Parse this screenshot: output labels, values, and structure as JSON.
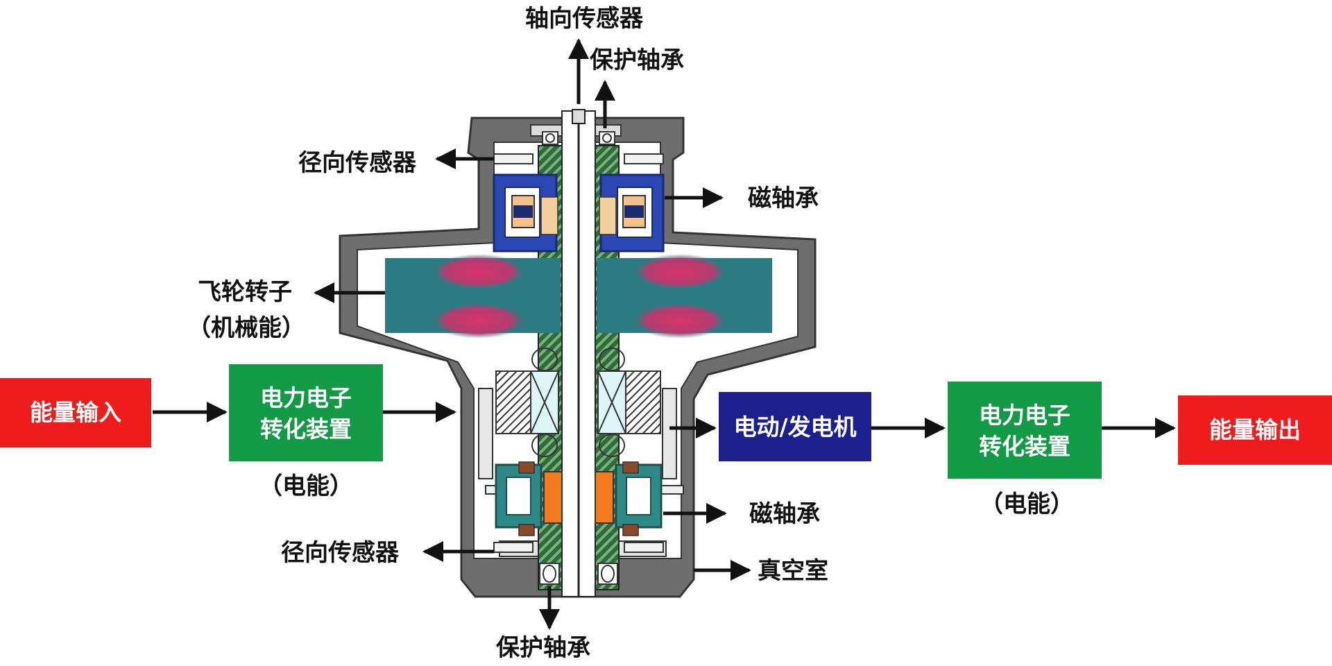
{
  "labels": {
    "axial_sensor": "轴向传感器",
    "protective_bearing_top": "保护轴承",
    "radial_sensor_top": "径向传感器",
    "magnetic_bearing_top": "磁轴承",
    "flywheel_rotor": "飞轮转子",
    "mechanical_energy": "（机械能）",
    "magnetic_bearing_bottom": "磁轴承",
    "radial_sensor_bottom": "径向传感器",
    "vacuum_chamber": "真空室",
    "protective_bearing_bottom": "保护轴承"
  },
  "flow": {
    "energy_input": "能量输入",
    "converter_left_line1": "电力电子",
    "converter_left_line2": "转化装置",
    "electric_energy_left": "（电能）",
    "motor_generator": "电动/发电机",
    "converter_right_line1": "电力电子",
    "converter_right_line2": "转化装置",
    "electric_energy_right": "（电能）",
    "energy_output": "能量输出"
  },
  "colors": {
    "energy_box": "#ee1c1c",
    "converter_box": "#139a47",
    "motor_box": "#1c1f8c",
    "housing": "#6e6e6e",
    "magnetic_bearing": "#2a47b4",
    "flywheel": "#2b7c82",
    "lower_bearing": "#2e8a86",
    "shaft_stripe": "#2f6b3a"
  }
}
